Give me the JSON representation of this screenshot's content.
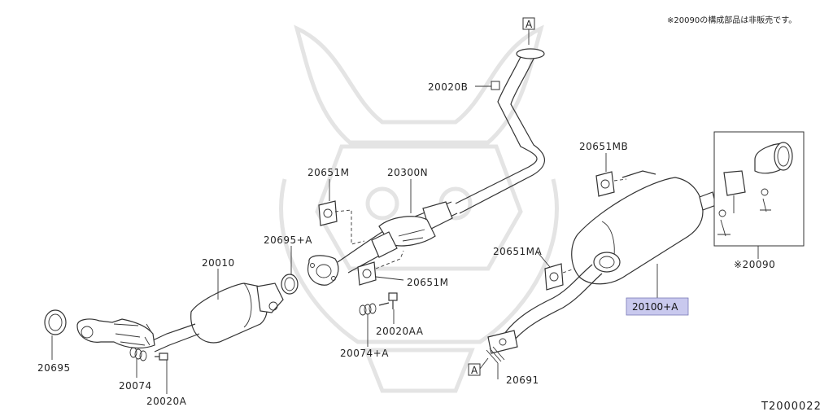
{
  "note": "※20090の構成部品は非販売です。",
  "reference_code": "T2000022",
  "section_markers": [
    "A",
    "A"
  ],
  "highlight_color": "#c9c9ee",
  "parts": {
    "p20020B": "20020B",
    "p20651MB": "20651MB",
    "p20651M_top": "20651M",
    "p20300N": "20300N",
    "p20695A": "20695+A",
    "p20010": "20010",
    "p20651MA": "20651MA",
    "p20651M_low": "20651M",
    "p20100A": "20100+A",
    "p20090": "※20090",
    "p20695": "20695",
    "p20074": "20074",
    "p20020A": "20020A",
    "p20020AA": "20020AA",
    "p20074A": "20074+A",
    "p20691": "20691"
  }
}
